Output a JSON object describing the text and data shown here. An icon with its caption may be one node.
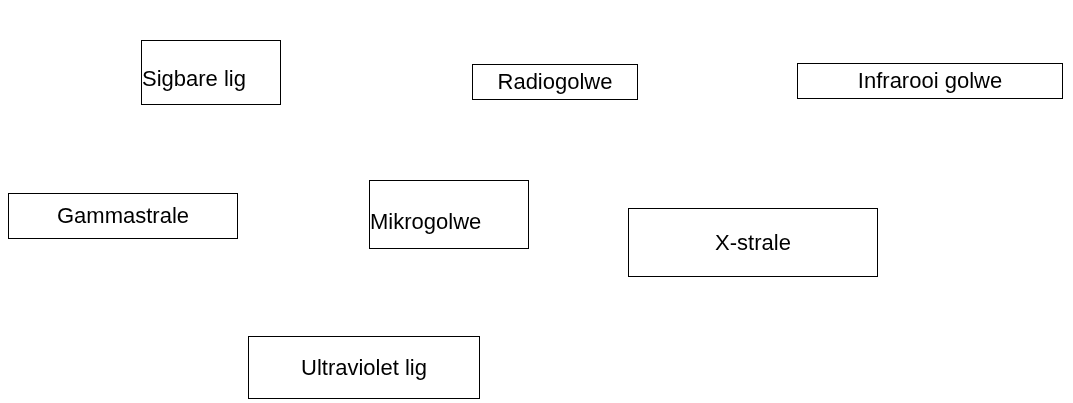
{
  "diagram": {
    "nodes": [
      {
        "text": [
          "Sigbare lig"
        ]
      },
      {
        "text": [
          "Radiogolwe"
        ]
      },
      {
        "text": [
          "Infrarooi golwe"
        ]
      },
      {
        "text": [
          "Gammastrale"
        ]
      },
      {
        "text": [
          "Mikrogolwe"
        ]
      },
      {
        "text": [
          "X-strale"
        ]
      },
      {
        "text": [
          "Ultraviolet lig"
        ]
      }
    ]
  }
}
